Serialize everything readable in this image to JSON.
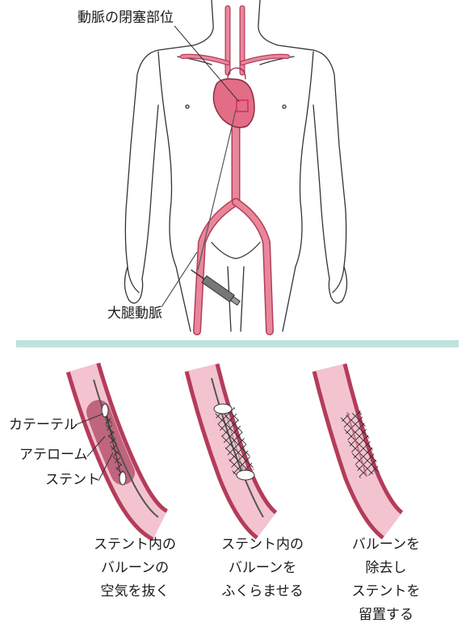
{
  "labels": {
    "occlusion_site": "動脈の閉塞部位",
    "femoral_artery": "大腿動脈",
    "catheter": "カテーテル",
    "atheroma": "アテローム",
    "stent": "ステント"
  },
  "captions": [
    [
      "ステント内の",
      "バルーンの",
      "空気を抜く"
    ],
    [
      "ステント内の",
      "バルーンを",
      "ふくらませる"
    ],
    [
      "バルーンを",
      "除去し",
      "ステントを",
      "留置する"
    ]
  ],
  "colors": {
    "artery": "#e8879b",
    "artery_dark": "#b43c5a",
    "heart": "#e36d86",
    "plaque": "#b5556e",
    "separator": "#bfe3dc",
    "outline": "#333333"
  }
}
